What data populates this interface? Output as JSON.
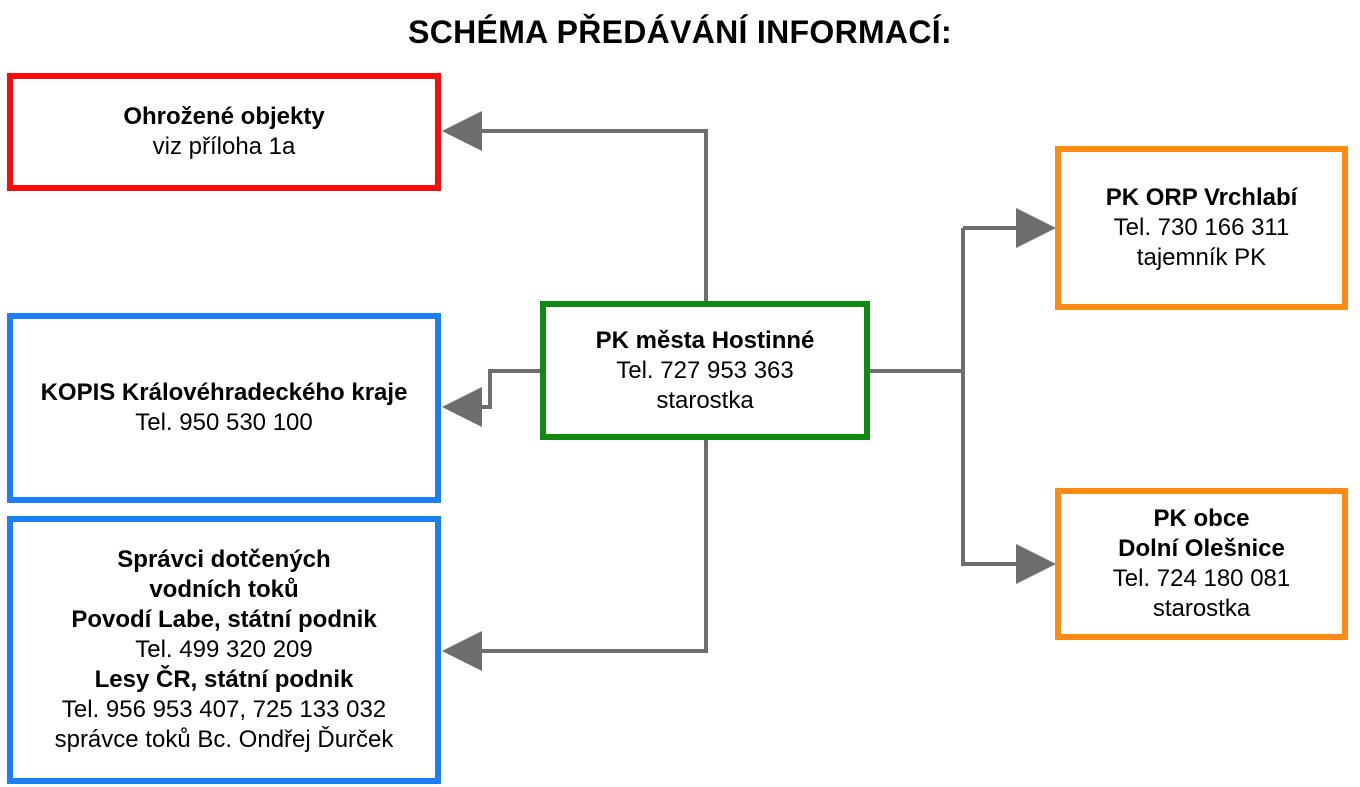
{
  "title": "SCHÉMA PŘEDÁVÁNÍ INFORMACÍ:",
  "colors": {
    "red": "#ff0a0a",
    "blue": "#1a7ff7",
    "green": "#118a11",
    "orange": "#ff8a14",
    "connector": "#6e6e6e"
  },
  "boxes": {
    "endangered": {
      "title": "Ohrožené objekty",
      "line1": "viz příloha 1a"
    },
    "kopis": {
      "title": "KOPIS Královéhradeckého kraje",
      "line1": "Tel. 950 530 100"
    },
    "managers": {
      "line1": "Správci dotčených",
      "line2": "vodních toků",
      "line3": "Povodí Labe, státní podnik",
      "line4": "Tel. 499 320 209",
      "line5": "Lesy ČR, státní podnik",
      "line6": "Tel. 956 953 407, 725 133 032",
      "line7": "správce toků Bc. Ondřej Ďurček"
    },
    "center": {
      "title": "PK města Hostinné",
      "line1": "Tel. 727 953 363",
      "line2": "starostka"
    },
    "orp": {
      "title": "PK ORP Vrchlabí",
      "line1": "Tel. 730 166 311",
      "line2": "tajemník PK"
    },
    "olesnice": {
      "title1": "PK obce",
      "title2": "Dolní Olešnice",
      "line1": "Tel. 724 180 081",
      "line2": "starostka"
    }
  }
}
